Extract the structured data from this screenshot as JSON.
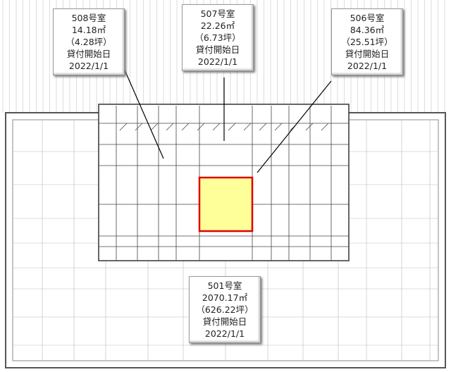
{
  "labels": [
    {
      "room": "508号室",
      "area": "14.18㎡",
      "tsubo": "（4.28坪）",
      "start_label": "貸付開始日",
      "start_date": "2022/1/1"
    },
    {
      "room": "507号室",
      "area": "22.26㎡",
      "tsubo": "（6.73坪）",
      "start_label": "貸付開始日",
      "start_date": "2022/1/1"
    },
    {
      "room": "506号室",
      "area": "84.36㎡",
      "tsubo": "（25.51坪）",
      "start_label": "貸付開始日",
      "start_date": "2022/1/1"
    },
    {
      "room": "501号室",
      "area": "2070.17㎡",
      "tsubo": "（626.22坪）",
      "start_label": "貸付開始日",
      "start_date": "2022/1/1"
    }
  ],
  "colors": {
    "highlight_fill": "#ffff99",
    "highlight_border": "#e00000"
  }
}
